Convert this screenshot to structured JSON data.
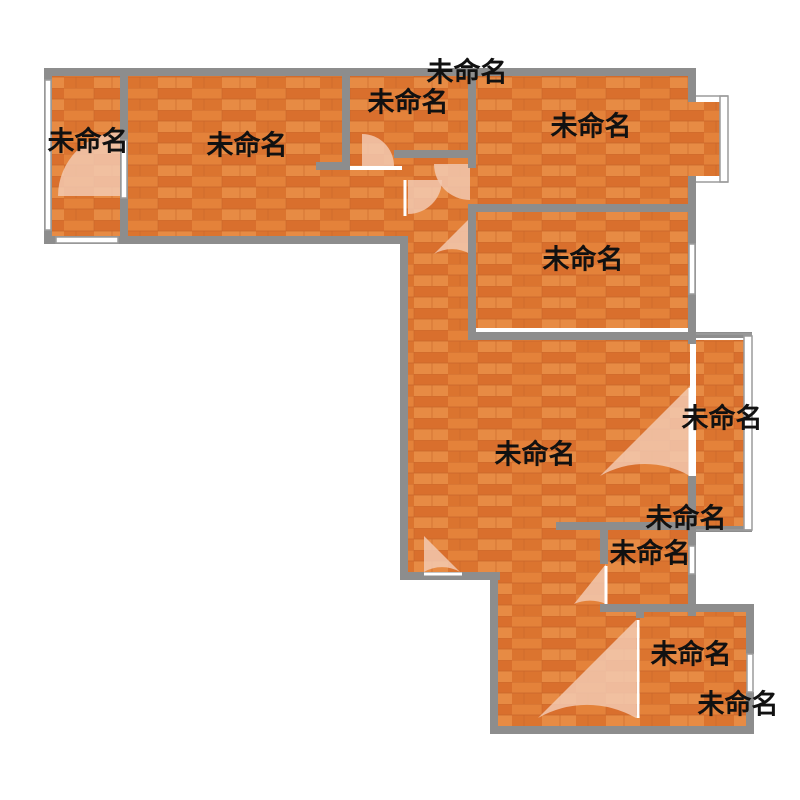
{
  "colors": {
    "floor_base": "#e07a33",
    "floor_light": "#ea8d45",
    "floor_dark": "#c9662a",
    "wall": "#8d8d8d",
    "window_frame": "#9b9b9b",
    "window_glass": "#ffffff",
    "door_swing": "#f2c9b0",
    "label": "#111111"
  },
  "rooms": [
    {
      "id": "balcony-west",
      "label": "未命名"
    },
    {
      "id": "bedroom-west",
      "label": "未命名"
    },
    {
      "id": "bathroom-north",
      "label": "未命名"
    },
    {
      "id": "corridor-top",
      "label": "未命名"
    },
    {
      "id": "bedroom-northeast",
      "label": "未命名"
    },
    {
      "id": "bedroom-east",
      "label": "未命名"
    },
    {
      "id": "living-room",
      "label": "未命名"
    },
    {
      "id": "balcony-east",
      "label": "未命名"
    },
    {
      "id": "storage-east",
      "label": "未命名"
    },
    {
      "id": "washroom-east",
      "label": "未命名"
    },
    {
      "id": "kitchen-south",
      "label": "未命名"
    },
    {
      "id": "balcony-south",
      "label": "未命名"
    }
  ]
}
